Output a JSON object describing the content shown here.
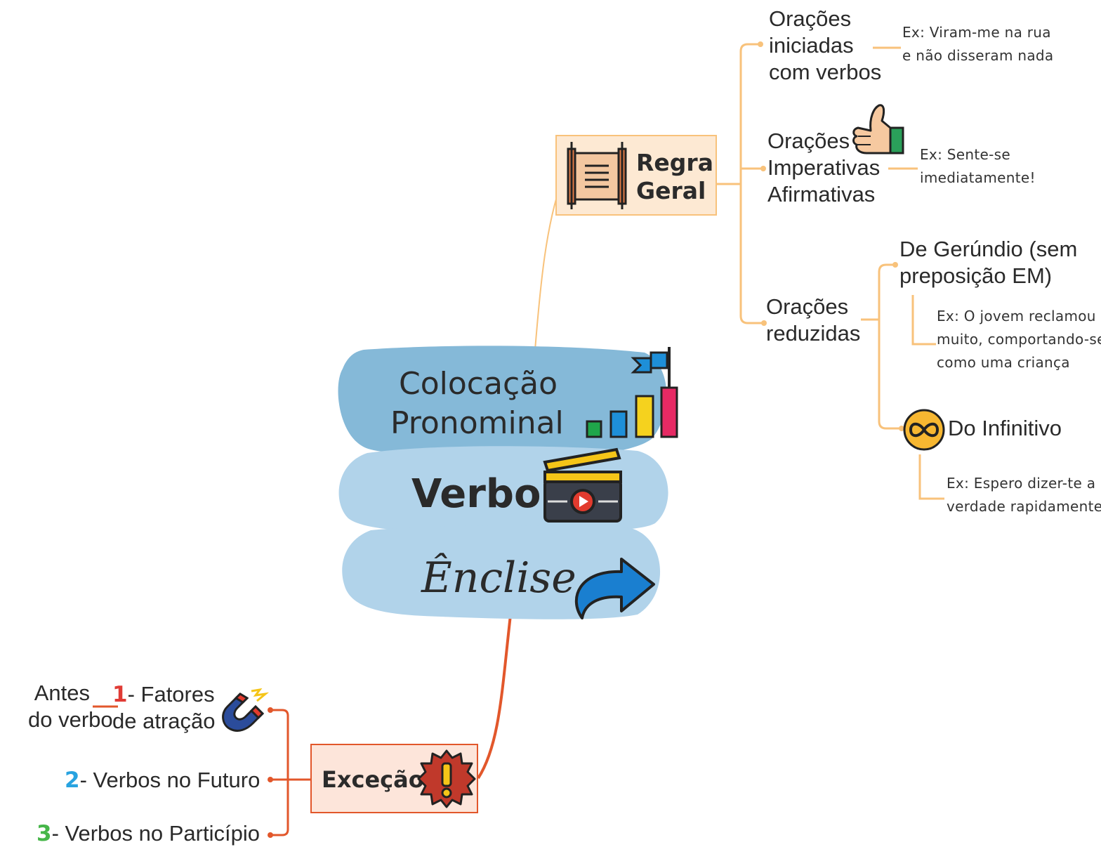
{
  "central": {
    "line1": "Colocação",
    "line2": "Pronominal",
    "verbo": "Verbo",
    "enclise": "Ênclise"
  },
  "regra": {
    "title_line1": "Regra",
    "title_line2": "Geral",
    "items": [
      {
        "lines": [
          "Orações",
          "iniciadas",
          "com verbos"
        ],
        "example": [
          "Ex: Viram-me na rua",
          "e não disseram nada"
        ]
      },
      {
        "lines": [
          "Orações",
          "Imperativas",
          "Afirmativas"
        ],
        "example": [
          "Ex: Sente-se",
          "imediatamente!"
        ]
      },
      {
        "lines": [
          "Orações",
          "reduzidas"
        ]
      }
    ],
    "reduzidas": [
      {
        "lines": [
          "De Gerúndio (sem",
          "preposição EM)"
        ],
        "example": [
          "Ex: O jovem reclamou",
          "muito, comportando-se",
          "como uma criança"
        ]
      },
      {
        "label": "Do Infinitivo",
        "example": [
          "Ex: Espero dizer-te a",
          "verdade rapidamente"
        ]
      }
    ]
  },
  "excecao": {
    "title": "Exceção",
    "items": [
      {
        "number": "1",
        "lines": [
          "- Fatores",
          "de atração"
        ],
        "note": [
          "Antes",
          "do verbo"
        ]
      },
      {
        "number": "2",
        "label": "- Verbos no Futuro"
      },
      {
        "number": "3",
        "label": "- Verbos no Particípio"
      }
    ]
  },
  "colors": {
    "orange_branch": "#f8c27b",
    "red_branch": "#e2572b",
    "cloud_dark": "#85b9d8",
    "cloud_light": "#b1d3ea",
    "num1": "#e03b35",
    "num2": "#28a3e0",
    "num3": "#46b649"
  },
  "icons": [
    "scroll-icon",
    "thumbs-up-icon",
    "infinity-icon",
    "bar-chart-flag-icon",
    "clapperboard-icon",
    "curved-arrow-icon",
    "magnet-icon",
    "exclamation-badge-icon"
  ]
}
